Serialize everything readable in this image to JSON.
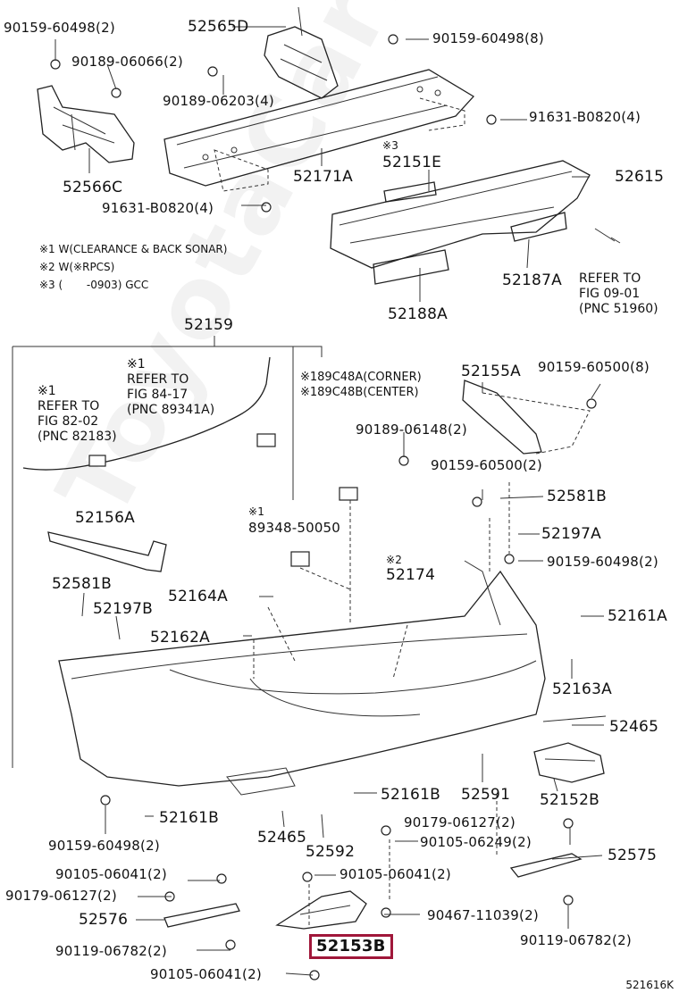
{
  "labels": {
    "l1": "90159-60498(2)",
    "l2": "52565D",
    "l3": "90159-60498(8)",
    "l4": "90189-06066(2)",
    "l5": "90189-06203(4)",
    "l6": "91631-B0820(4)",
    "l7": "※3",
    "l8": "52151E",
    "l9": "52566C",
    "l10": "52171A",
    "l11": "52615",
    "l12": "91631-B0820(4)",
    "l13": "52187A",
    "l14": "52188A",
    "l15": "52159",
    "l16": "52155A",
    "l17": "90159-60500(8)",
    "l18": "90189-06148(2)",
    "l19": "90159-60500(2)",
    "l20": "52581B",
    "l21": "52197A",
    "l22": "90159-60498(2)",
    "l23": "52156A",
    "l24": "※1",
    "l25": "89348-50050",
    "l26": "※2",
    "l27": "52174",
    "l28": "52581B",
    "l29": "52164A",
    "l30": "52197B",
    "l31": "52161A",
    "l32": "52162A",
    "l33": "52163A",
    "l34": "52465",
    "l35": "52161B",
    "l36": "52591",
    "l37": "52152B",
    "l38": "52161B",
    "l39": "90179-06127(2)",
    "l40": "90159-60498(2)",
    "l41": "52465",
    "l42": "52592",
    "l43": "90105-06249(2)",
    "l44": "52575",
    "l45": "90105-06041(2)",
    "l46": "90105-06041(2)",
    "l47": "90179-06127(2)",
    "l48": "90467-11039(2)",
    "l49": "52576",
    "l50": "90119-06782(2)",
    "l51": "90119-06782(2)",
    "l52": "90105-06041(2)",
    "l53": "52153B"
  },
  "notes": {
    "n1": "※1 W(CLEARANCE & BACK SONAR)",
    "n2": "※2 W(※RPCS)",
    "n3": "※3 (       -0903) GCC",
    "ref1": "REFER TO\nFIG 09-01\n(PNC 51960)",
    "ref2": "※1\nREFER TO\nFIG 84-17\n(PNC 89341A)",
    "ref3": "※1\nREFER TO\nFIG 82-02\n(PNC 82183)",
    "sensor": "※189C48A(CORNER)\n※189C48B(CENTER)"
  },
  "highlight_color": "#a0173a",
  "figure_code": "521616K",
  "watermark": "ToyotaCarMine.ru"
}
